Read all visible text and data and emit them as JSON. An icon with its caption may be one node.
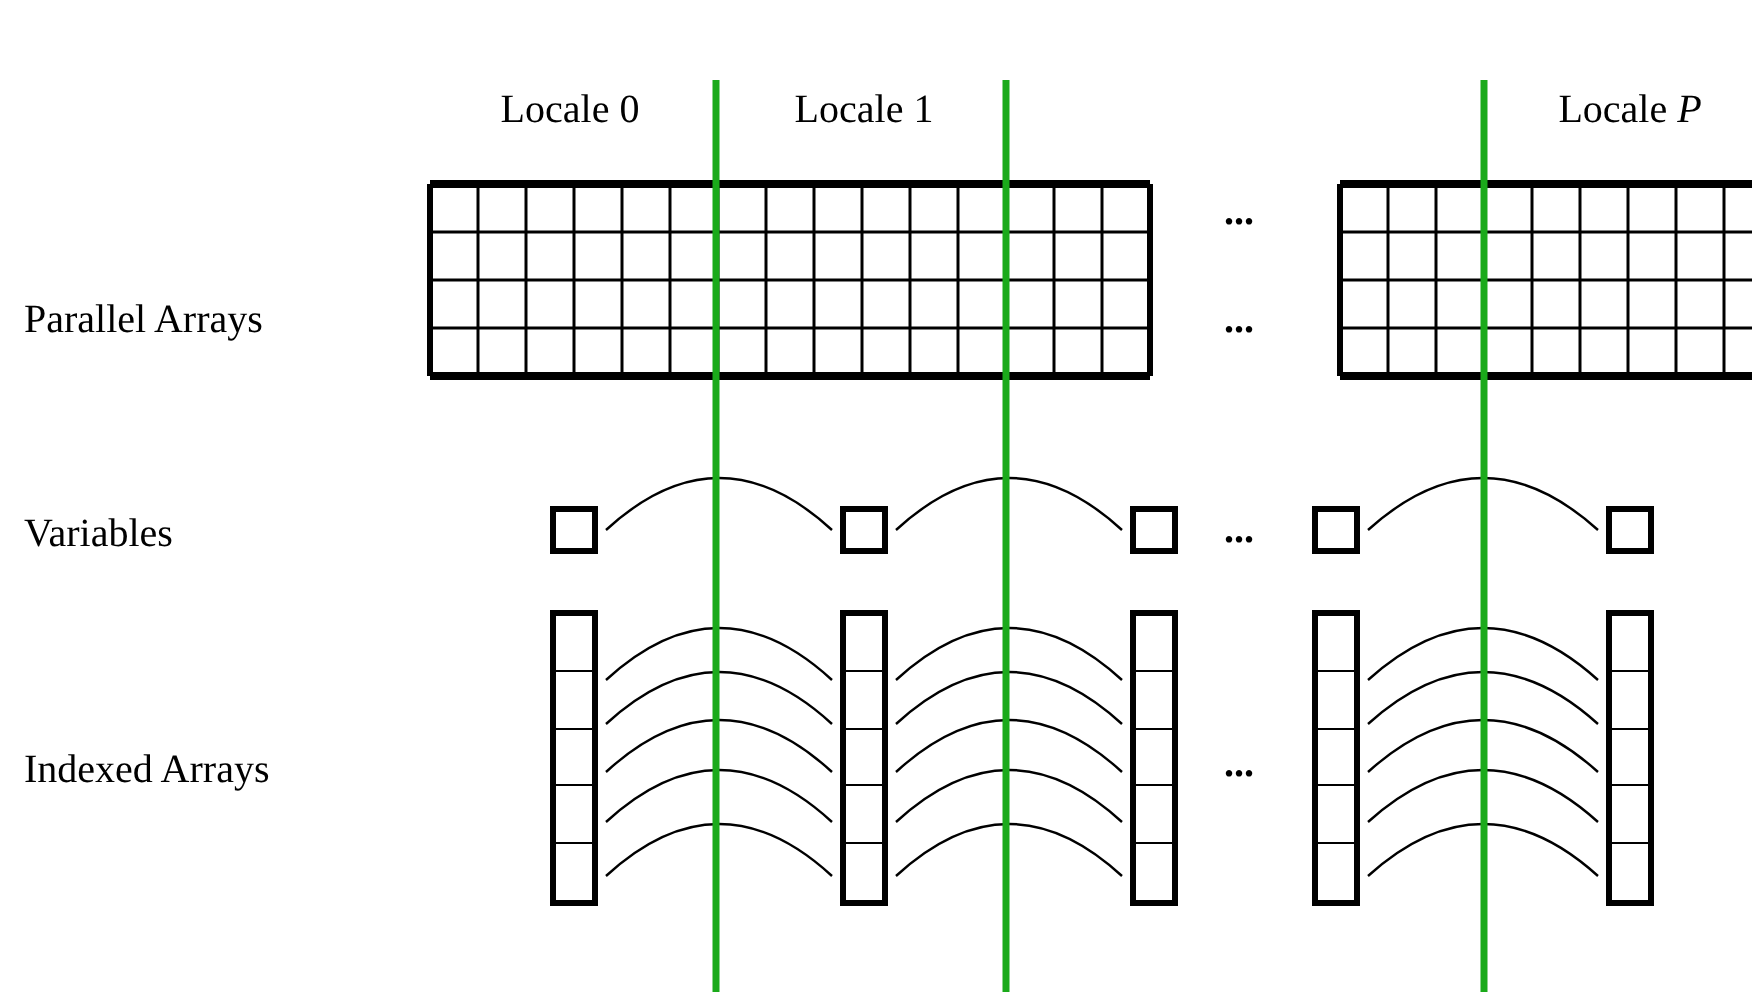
{
  "diagram": {
    "nodes": [
      {
        "text": [],
        "shape": "box"
      },
      {
        "text": [],
        "shape": "box"
      },
      {
        "text": [],
        "shape": "box"
      },
      {
        "text": [],
        "shape": "box"
      },
      {
        "text": [],
        "shape": "box"
      },
      {
        "text": [],
        "shape": "bar"
      },
      {
        "text": [],
        "shape": "bar"
      },
      {
        "text": [],
        "shape": "bar"
      },
      {
        "text": [],
        "shape": "bar"
      },
      {
        "text": [],
        "shape": "bar"
      }
    ],
    "edges": [
      {
        "from": 0,
        "to": 1,
        "arrow": "none"
      },
      {
        "from": 1,
        "to": 2,
        "arrow": "none"
      },
      {
        "from": 3,
        "to": 4,
        "arrow": "none"
      },
      {
        "from": 5,
        "to": 6,
        "arrow": "none"
      },
      {
        "from": 5,
        "to": 6,
        "arrow": "none"
      },
      {
        "from": 5,
        "to": 6,
        "arrow": "none"
      },
      {
        "from": 5,
        "to": 6,
        "arrow": "none"
      },
      {
        "from": 5,
        "to": 6,
        "arrow": "none"
      },
      {
        "from": 6,
        "to": 7,
        "arrow": "none"
      },
      {
        "from": 6,
        "to": 7,
        "arrow": "none"
      },
      {
        "from": 6,
        "to": 7,
        "arrow": "none"
      },
      {
        "from": 6,
        "to": 7,
        "arrow": "none"
      },
      {
        "from": 6,
        "to": 7,
        "arrow": "none"
      },
      {
        "from": 8,
        "to": 9,
        "arrow": "none"
      },
      {
        "from": 8,
        "to": 9,
        "arrow": "none"
      },
      {
        "from": 8,
        "to": 9,
        "arrow": "none"
      },
      {
        "from": 8,
        "to": 9,
        "arrow": "none"
      },
      {
        "from": 8,
        "to": 9,
        "arrow": "none"
      }
    ],
    "labels": [
      "Locale 0",
      "Locale 1",
      "...",
      "Locale *P*",
      "Parallel Arrays",
      "...",
      "Variables",
      "...",
      "Indexed Arrays",
      "..."
    ]
  }
}
